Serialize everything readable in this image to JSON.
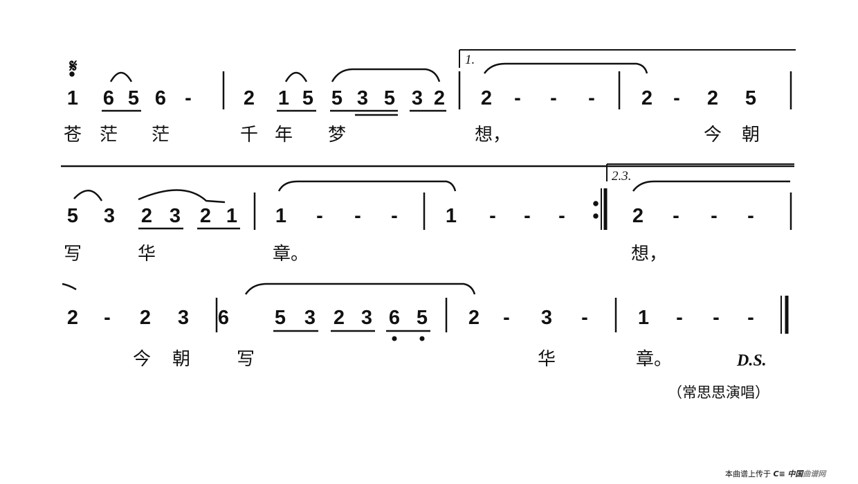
{
  "segno": "𝄋",
  "rows": [
    {
      "notes": [
        "1",
        "6",
        "5",
        "6",
        "-",
        "2",
        "1",
        "5",
        "5",
        "3",
        "5",
        "3",
        "2",
        "2",
        "-",
        "-",
        "-",
        "2",
        "-",
        "2",
        "5"
      ],
      "lyrics": [
        "苍",
        "茫",
        "茫",
        "千",
        "年",
        "梦",
        "想，",
        "今",
        "朝"
      ]
    },
    {
      "notes": [
        "5",
        "3",
        "2",
        "3",
        "2",
        "1",
        "1",
        "-",
        "-",
        "-",
        "1",
        "-",
        "-",
        "-",
        "2",
        "-",
        "-",
        "-"
      ],
      "lyrics": [
        "写",
        "华",
        "章。",
        "想，"
      ]
    },
    {
      "notes": [
        "2",
        "-",
        "2",
        "3",
        "6",
        "5",
        "3",
        "2",
        "3",
        "6",
        "5",
        "2",
        "-",
        "3",
        "-",
        "1",
        "-",
        "-",
        "-"
      ],
      "lyrics": [
        "今",
        "朝",
        "写",
        "华",
        "章。"
      ]
    }
  ],
  "volta1": "1.",
  "volta2": "2.3.",
  "ds": "D.S.",
  "singer": "（常思思演唱）",
  "credit": {
    "prefix": "本曲谱上传于",
    "logo_mark": "C≡",
    "site1": "中国",
    "site2": "曲谱网"
  }
}
